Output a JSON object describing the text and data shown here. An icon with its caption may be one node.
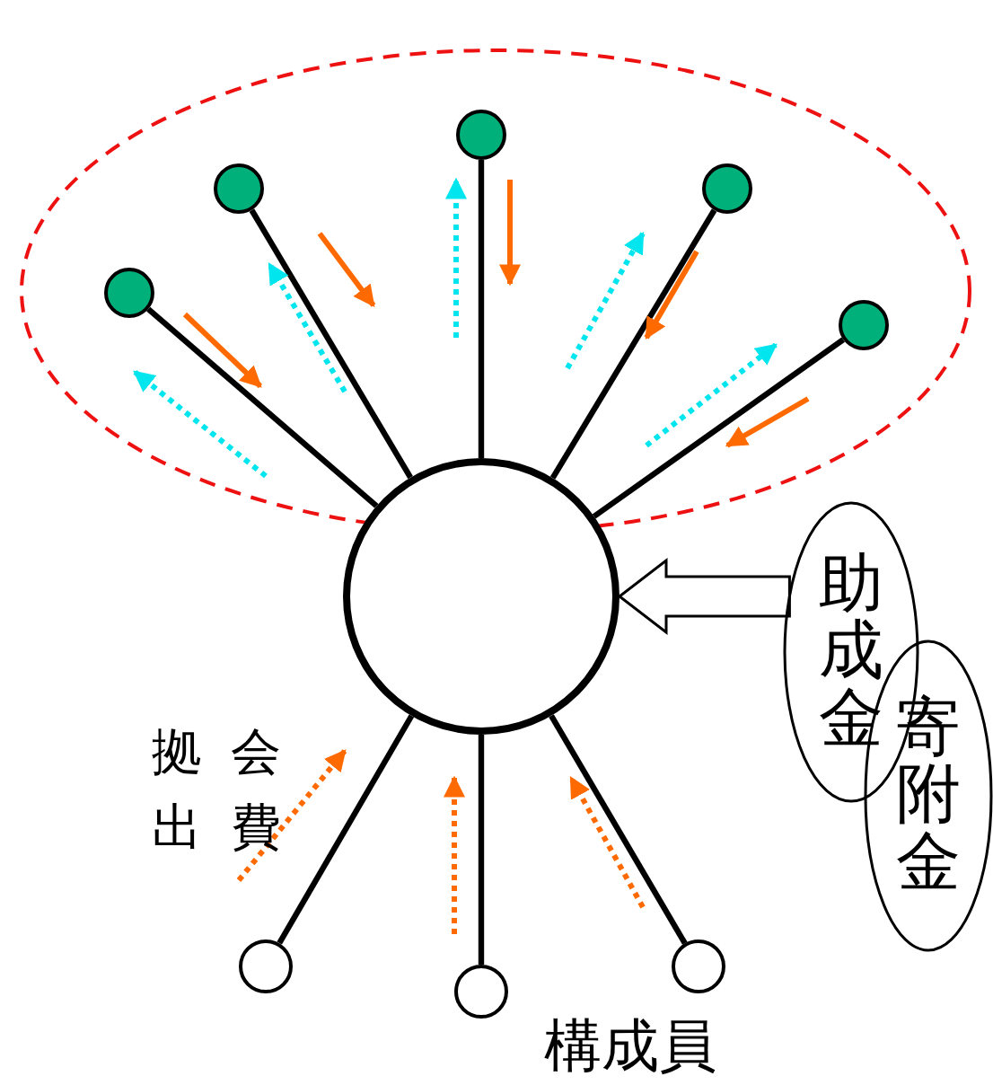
{
  "diagram": {
    "nodes": [
      {
        "text": [],
        "shape": "circle"
      },
      {
        "text": [],
        "shape": "circle"
      },
      {
        "text": [],
        "shape": "circle"
      },
      {
        "text": [],
        "shape": "circle"
      },
      {
        "text": [],
        "shape": "circle"
      },
      {
        "text": [],
        "shape": "circle"
      },
      {
        "text": [],
        "shape": "circle"
      },
      {
        "text": [],
        "shape": "circle"
      },
      {
        "text": [],
        "shape": "circle"
      },
      {
        "text": [
          "助成金"
        ]
      },
      {
        "text": [
          "寄附金"
        ]
      }
    ],
    "edges": [
      {
        "from": 0,
        "to": 1,
        "arrow": "none"
      },
      {
        "from": 0,
        "to": 2,
        "arrow": "none"
      },
      {
        "from": 0,
        "to": 3,
        "arrow": "none"
      },
      {
        "from": 0,
        "to": 4,
        "arrow": "none"
      },
      {
        "from": 0,
        "to": 5,
        "arrow": "none"
      },
      {
        "from": 0,
        "to": 6,
        "arrow": "none"
      },
      {
        "from": 0,
        "to": 7,
        "arrow": "none"
      },
      {
        "from": 0,
        "to": 8,
        "arrow": "none"
      },
      {
        "from": 9,
        "to": 0,
        "arrow": "to"
      }
    ],
    "labels": [
      "拠出",
      "会費",
      "構成員"
    ]
  }
}
